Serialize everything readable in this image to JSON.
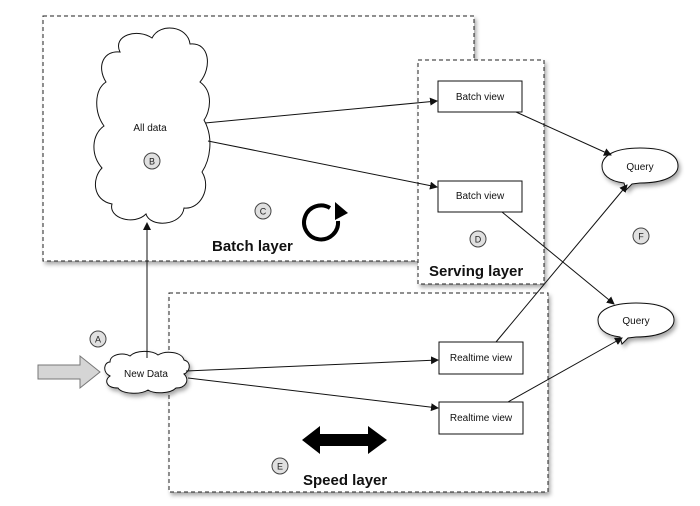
{
  "diagram": {
    "layers": {
      "batch": {
        "title": "Batch layer",
        "marker": "C"
      },
      "serving": {
        "title": "Serving layer",
        "marker": "D"
      },
      "speed": {
        "title": "Speed layer",
        "marker": "E"
      }
    },
    "nodes": {
      "all_data": {
        "label": "All data",
        "marker": "B"
      },
      "new_data": {
        "label": "New Data",
        "marker": "A"
      },
      "batch_view_1": {
        "label": "Batch view"
      },
      "batch_view_2": {
        "label": "Batch view"
      },
      "realtime_view_1": {
        "label": "Realtime view"
      },
      "realtime_view_2": {
        "label": "Realtime view"
      },
      "query_1": {
        "label": "Query"
      },
      "query_2": {
        "label": "Query"
      }
    },
    "markers": {
      "query_region": "F"
    },
    "edges": [
      {
        "from": "new_data",
        "to": "all_data"
      },
      {
        "from": "all_data",
        "to": "batch_view_1"
      },
      {
        "from": "all_data",
        "to": "batch_view_2"
      },
      {
        "from": "new_data",
        "to": "realtime_view_1"
      },
      {
        "from": "new_data",
        "to": "realtime_view_2"
      },
      {
        "from": "batch_view_1",
        "to": "query_1"
      },
      {
        "from": "batch_view_2",
        "to": "query_2"
      },
      {
        "from": "realtime_view_1",
        "to": "query_1"
      },
      {
        "from": "realtime_view_2",
        "to": "query_2"
      }
    ],
    "icons": {
      "batch_cycle": "refresh-cycle-icon",
      "speed_arrows": "double-headed-arrow-icon",
      "input_arrow": "input-arrow-icon"
    }
  }
}
